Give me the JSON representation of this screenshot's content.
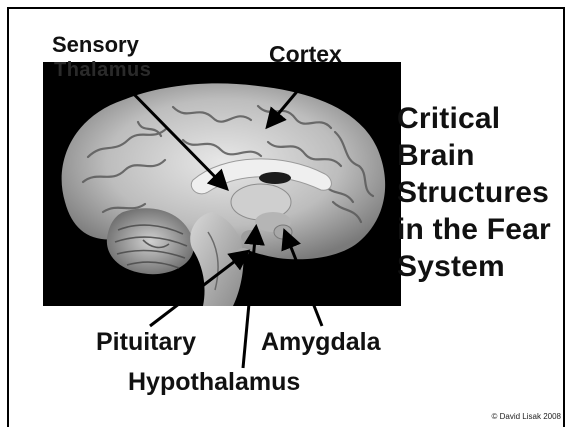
{
  "labels": {
    "sensory": "Sensory",
    "thalamus": "Thalamus",
    "cortex": "Cortex",
    "pituitary": "Pituitary",
    "amygdala": "Amygdala",
    "hypothalamus": "Hypothalamus"
  },
  "title_lines": [
    "Critical",
    "Brain",
    "Structures",
    "in the Fear",
    "System"
  ],
  "copyright": "© David Lisak 2008",
  "colors": {
    "background": "#ffffff",
    "photo_background": "#000000",
    "text": "#111111"
  },
  "image": {
    "subject": "brain-sagittal-section-photo"
  }
}
